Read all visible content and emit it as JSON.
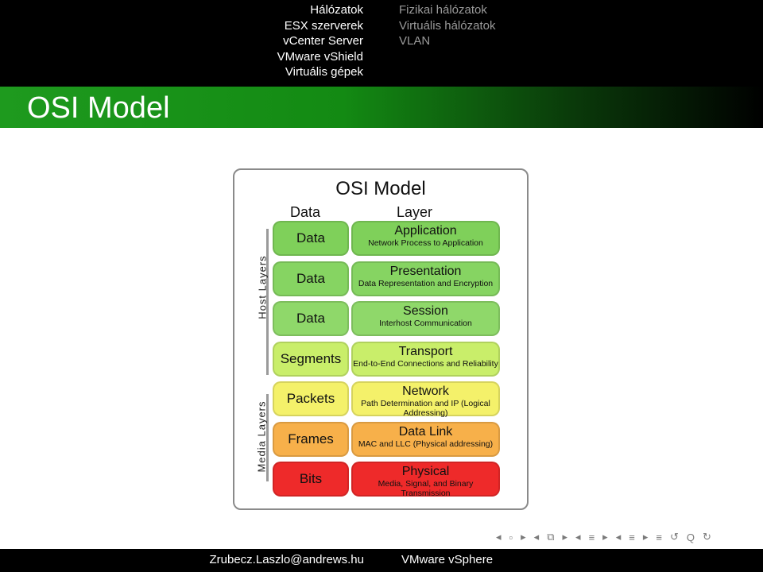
{
  "header": {
    "sections_left": [
      "Hálózatok",
      "ESX szerverek",
      "vCenter Server",
      "VMware vShield",
      "Virtuális gépek"
    ],
    "sections_right": [
      "Fizikai hálózatok",
      "Virtuális hálózatok",
      "VLAN"
    ]
  },
  "frame": {
    "title": "OSI Model"
  },
  "figure": {
    "title": "OSI Model",
    "col_data": "Data",
    "col_layer": "Layer",
    "host_label": "Host Layers",
    "media_label": "Media Layers",
    "layers": [
      {
        "pdu": "Data",
        "name": "Application",
        "desc": "Network Process to Application",
        "color_left": "#7fd05a",
        "color_right": "#7fd05a"
      },
      {
        "pdu": "Data",
        "name": "Presentation",
        "desc": "Data Representation and Encryption",
        "color_left": "#86d462",
        "color_right": "#86d462"
      },
      {
        "pdu": "Data",
        "name": "Session",
        "desc": "Interhost Communication",
        "color_left": "#8fd86a",
        "color_right": "#8fd86a"
      },
      {
        "pdu": "Segments",
        "name": "Transport",
        "desc": "End-to-End Connections and Reliability",
        "color_left": "#c9ee6a",
        "color_right": "#c9ee6a"
      },
      {
        "pdu": "Packets",
        "name": "Network",
        "desc": "Path Determination and IP (Logical Addressing)",
        "color_left": "#f4f16a",
        "color_right": "#f4f16a"
      },
      {
        "pdu": "Frames",
        "name": "Data Link",
        "desc": "MAC and LLC (Physical addressing)",
        "color_left": "#f7b04a",
        "color_right": "#f7b04a"
      },
      {
        "pdu": "Bits",
        "name": "Physical",
        "desc": "Media, Signal, and Binary Transmission",
        "color_left": "#ee2a2a",
        "color_right": "#ee2a2a"
      }
    ]
  },
  "beamer_nav": [
    "◂",
    "▫",
    "▸",
    "◂",
    "⧉",
    "▸",
    "◂",
    "≡",
    "▸",
    "◂",
    "≡",
    "▸",
    "≡",
    "↺",
    "Q",
    "↻"
  ],
  "footer": {
    "author": "Zrubecz.Laszlo@andrews.hu",
    "subject": "VMware vSphere"
  }
}
